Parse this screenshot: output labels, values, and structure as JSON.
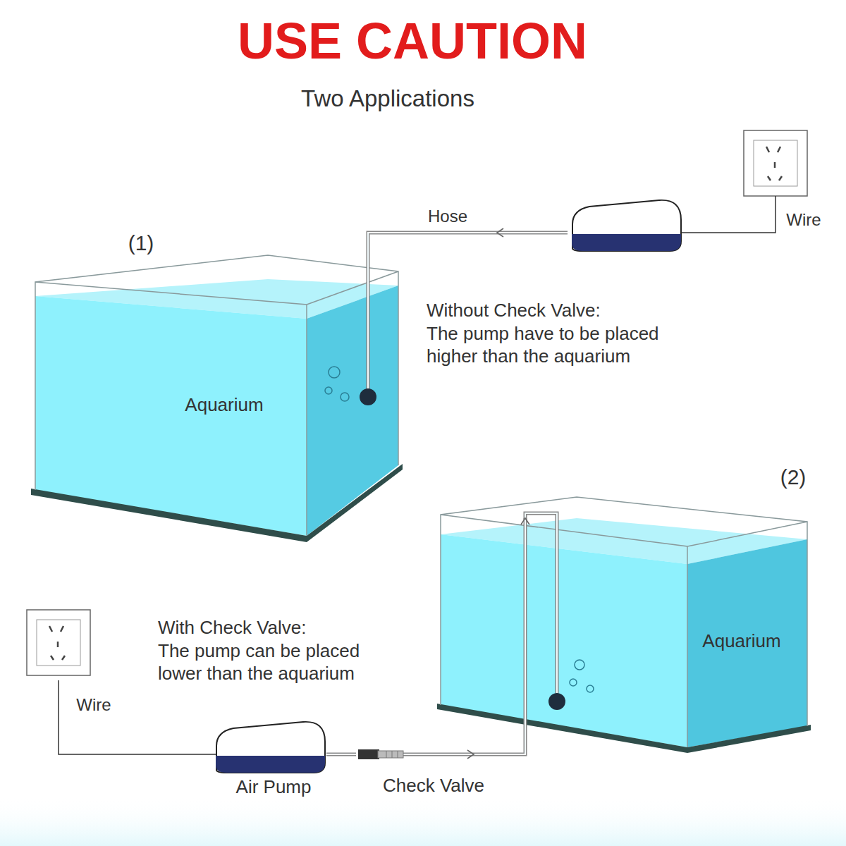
{
  "diagram": {
    "title": "USE CAUTION",
    "nodes": [
      {
        "text": [
          "Aquarium"
        ]
      },
      {
        "text": [
          "Aquarium"
        ]
      },
      {
        "text": [
          "Air Pump"
        ]
      },
      {
        "text": [
          "Check Valve"
        ]
      }
    ],
    "edges": [
      {
        "from": 2,
        "to": 3,
        "arrow": "none"
      },
      {
        "from": 3,
        "to": 1,
        "arrow": "to"
      }
    ],
    "labels": [
      "Two Applications",
      "(1)",
      "Hose",
      "Wire",
      "Without Check Valve:",
      "The pump have to be placed higher than the aquarium",
      "(2)",
      "With Check Valve:",
      "The pump can be placed lower than the aquarium",
      "Wire"
    ]
  }
}
